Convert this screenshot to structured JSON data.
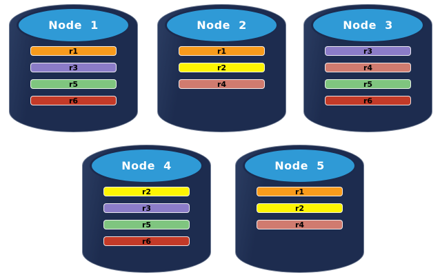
{
  "colors": {
    "cylinder_body": "#1D2C4F",
    "cylinder_body_highlight": "#2C3E63",
    "cylinder_top": "#2F9AD6",
    "cylinder_outline": "#1C2B4E",
    "node_label_text": "#FFFFFF",
    "bar_text": "#000000"
  },
  "replica_colors": {
    "r1": "#F89B1C",
    "r2": "#FDF402",
    "r3": "#8B7CC8",
    "r4": "#D07B6F",
    "r5": "#7FC57F",
    "r6": "#C33A28"
  },
  "nodes": [
    {
      "label": "Node  1",
      "replicas": [
        "r1",
        "r3",
        "r5",
        "r6"
      ]
    },
    {
      "label": "Node  2",
      "replicas": [
        "r1",
        "r2",
        "r4"
      ]
    },
    {
      "label": "Node  3",
      "replicas": [
        "r3",
        "r4",
        "r5",
        "r6"
      ]
    },
    {
      "label": "Node  4",
      "replicas": [
        "r2",
        "r3",
        "r5",
        "r6"
      ]
    },
    {
      "label": "Node  5",
      "replicas": [
        "r1",
        "r2",
        "r4"
      ]
    }
  ]
}
